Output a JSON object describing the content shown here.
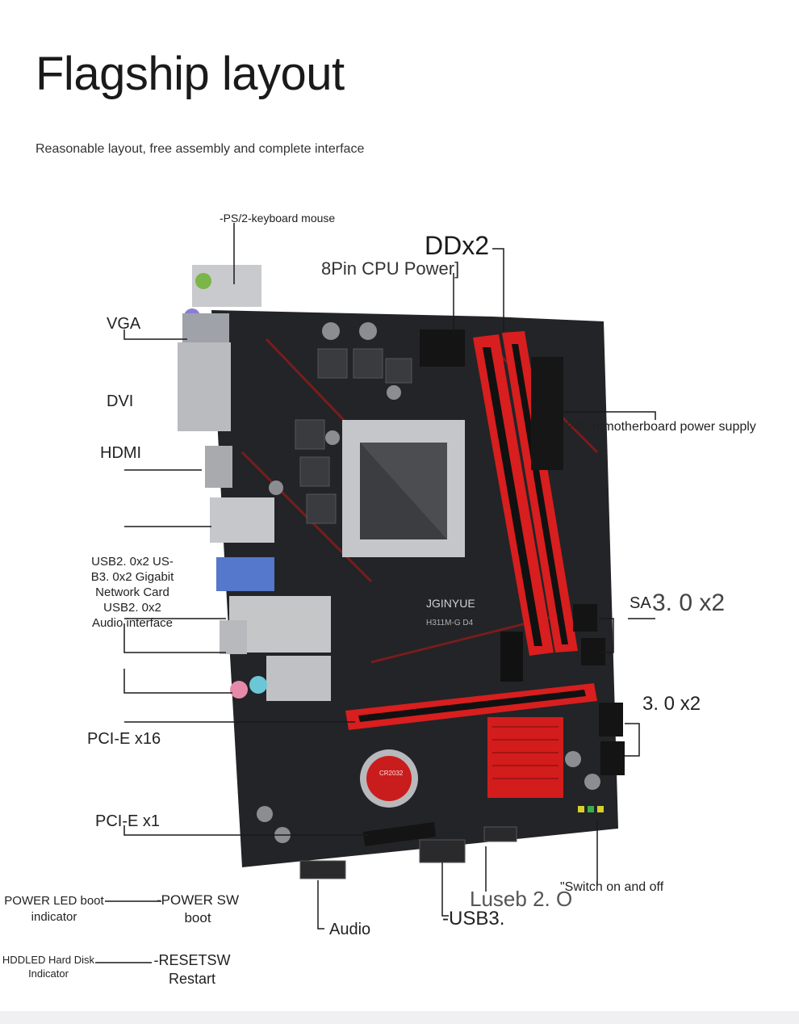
{
  "header": {
    "title": "Flagship layout",
    "subtitle": "Reasonable layout, free assembly and complete interface"
  },
  "labels": {
    "ps2": "-PS/2-keyboard mouse",
    "ddr": "DDx2",
    "cpu_power": "8Pin CPU Power]",
    "vga": "VGA",
    "dvi": "DVI",
    "hdmi": "HDMI",
    "mb_power": "24Pin motherboard power supply",
    "rear_io": "USB2. 0x2 US-\nB3. 0x2 Gigabit\nNetwork Card\nUSB2. 0x2\nAudio interface",
    "sata_prefix": "SA",
    "sata_a": "3. 0 x2",
    "sata_b": "3. 0 x2",
    "pcie16": "PCI-E x16",
    "pcie1": "PCI-E x1",
    "power_led": "POWER LED boot\nindicator",
    "power_sw": "-POWER SW\nboot",
    "hdd_led": "HDDLED Hard Disk\nIndicator",
    "reset_sw": "-RESETSW\nRestart",
    "audio": "Audio",
    "usb3": "-USB3.",
    "usb2": "Luseb 2. O",
    "switch": "\"Switch on and off"
  },
  "board": {
    "silkscreen_brand": "JGINYUE",
    "silkscreen_model": "H311M-G D4",
    "battery_text": "CR2032"
  },
  "colors": {
    "pcb": "#232427",
    "accent_red": "#d81e1e",
    "line": "#1a1a1a"
  }
}
